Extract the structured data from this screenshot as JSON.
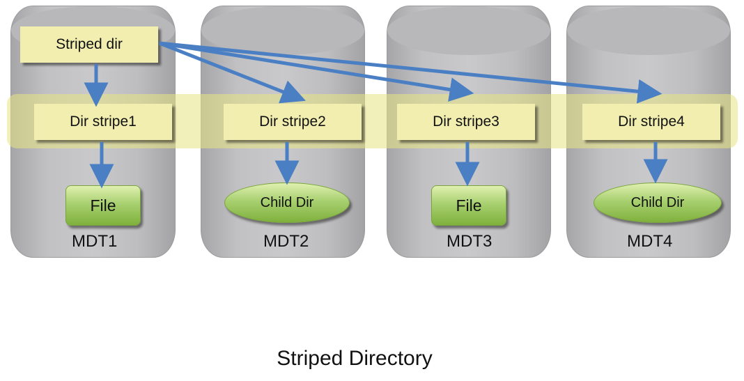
{
  "root_label": "Striped dir",
  "stripes": [
    "Dir stripe1",
    "Dir stripe2",
    "Dir stripe3",
    "Dir stripe4"
  ],
  "children": [
    "File",
    "Child Dir",
    "File",
    "Child Dir"
  ],
  "mdts": [
    "MDT1",
    "MDT2",
    "MDT3",
    "MDT4"
  ],
  "caption": "Striped Directory",
  "colors": {
    "arrow": "#4a7fc4",
    "band": "#e8e482",
    "box": "#f1eeb0",
    "child": "#9cc95f",
    "cylinder": "#c0c0c2"
  }
}
